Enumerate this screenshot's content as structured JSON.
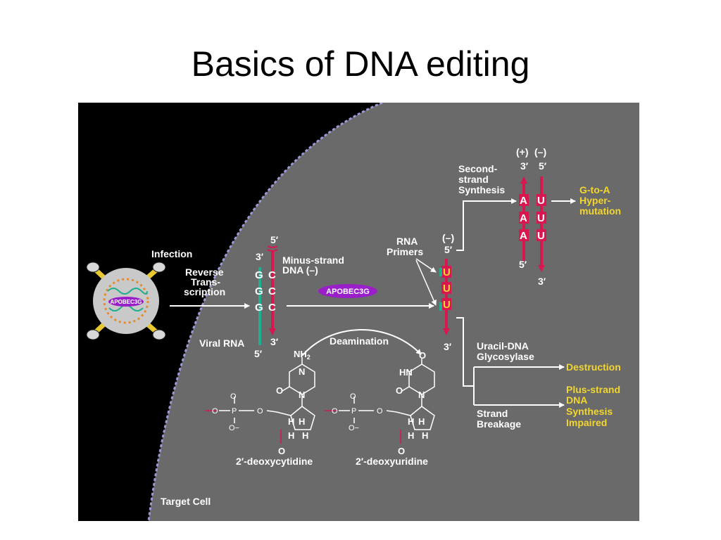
{
  "slide": {
    "title": "Basics of DNA editing"
  },
  "figure": {
    "labels": {
      "infection": "Infection",
      "reverse": "Reverse",
      "trans": "Trans-",
      "scription": "scription",
      "viral_rna": "Viral RNA",
      "minus1": "Minus-strand",
      "minus2": "DNA (–)",
      "apobec_virion": "APOBEC3G",
      "apobec_enzyme": "APOBEC3G",
      "rna_primers1": "RNA",
      "rna_primers2": "Primers",
      "minus_sign": "(–)",
      "plus_sign": "(+)",
      "minus_sign2": "(–)",
      "second1": "Second-",
      "second2": "strand",
      "second3": "Synthesis",
      "ga1": "G-to-A",
      "ga2": "Hyper-",
      "ga3": "mutation",
      "deamination": "Deamination",
      "uracil1": "Uracil-DNA",
      "uracil2": "Glycosylase",
      "destruction": "Destruction",
      "strand1": "Strand",
      "strand2": "Breakage",
      "plus1": "Plus-strand",
      "plus2": "DNA",
      "plus3": "Synthesis",
      "plus4": "Impaired",
      "deoxycytidine": "2′-deoxycytidine",
      "deoxyuridine": "2′-deoxyuridine",
      "target_cell": "Target Cell"
    },
    "ends": {
      "three": "3′",
      "five": "5′"
    },
    "bases": {
      "G": "G",
      "C": "C",
      "U": "U",
      "A": "A"
    },
    "chem": {
      "nh2": "NH",
      "nh2_sub": "2",
      "o": "O",
      "hn": "HN",
      "n": "N",
      "p": "P",
      "o_minus": "O−",
      "h": "H"
    },
    "colors": {
      "cell": "#6a6a6a",
      "membrane": "#9a9ad8",
      "strand_red": "#d8164f",
      "strand_teal": "#1fae8e",
      "label_yellow": "#f2d630",
      "apobec_purple": "#9a1fc8"
    }
  }
}
